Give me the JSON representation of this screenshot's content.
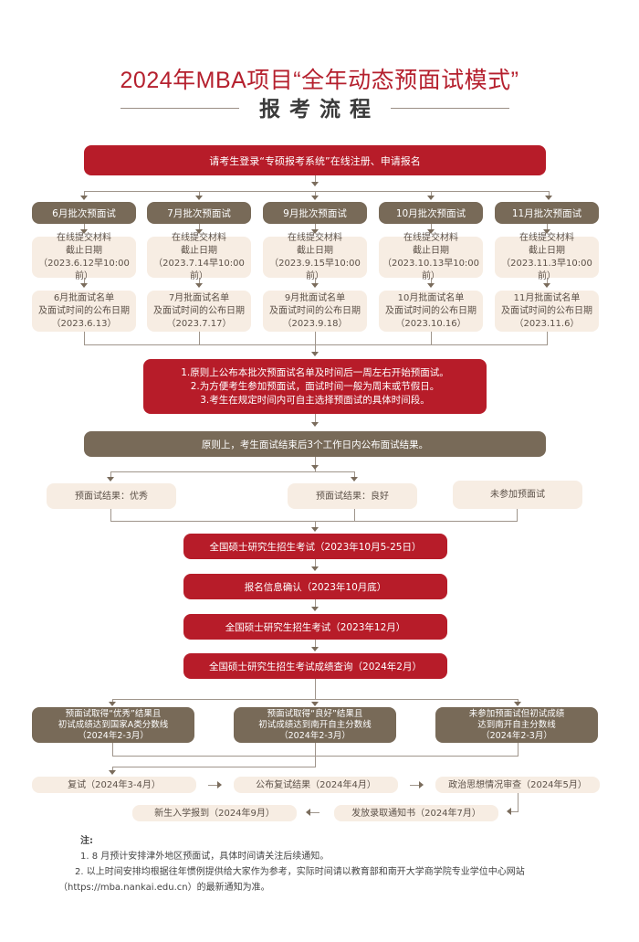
{
  "header": {
    "title": "2024年MBA项目“全年动态预面试模式”",
    "subtitle": "报考流程"
  },
  "colors": {
    "red": "#b71c29",
    "brown": "#786a58",
    "cream": "#f7ede3",
    "title_red": "#b5202e",
    "line": "#9f958b"
  },
  "step1": "请考生登录“专硕报考系统”在线注册、申请报名",
  "batches": [
    {
      "label": "6月批次预面试",
      "submit": "在线提交材料\n截止日期\n（2023.6.12早10:00前）",
      "announce": "6月批面试名单\n及面试时间的公布日期\n（2023.6.13）"
    },
    {
      "label": "7月批次预面试",
      "submit": "在线提交材料\n截止日期\n（2023.7.14早10:00前）",
      "announce": "7月批面试名单\n及面试时间的公布日期\n（2023.7.17）"
    },
    {
      "label": "9月批次预面试",
      "submit": "在线提交材料\n截止日期\n（2023.9.15早10:00前）",
      "announce": "9月批面试名单\n及面试时间的公布日期\n（2023.9.18）"
    },
    {
      "label": "10月批次预面试",
      "submit": "在线提交材料\n截止日期\n（2023.10.13早10:00前）",
      "announce": "10月批面试名单\n及面试时间的公布日期\n（2023.10.16）"
    },
    {
      "label": "11月批次预面试",
      "submit": "在线提交材料\n截止日期\n（2023.11.3早10:00前）",
      "announce": "11月批面试名单\n及面试时间的公布日期\n（2023.11.6）"
    }
  ],
  "rules": "1.原则上公布本批次预面试名单及时间后一周左右开始预面试。\n2.为方便考生参加预面试，面试时间一般为周末或节假日。\n3.考生在规定时间内可自主选择预面试的具体时间段。",
  "result_notice": "原则上，考生面试结束后3个工作日内公布面试结果。",
  "results": [
    "预面试结果：优秀",
    "预面试结果：良好",
    "未参加预面试"
  ],
  "exam_steps": [
    "全国硕士研究生招生考试（2023年10月5-25日）",
    "报名信息确认（2023年10月底）",
    "全国硕士研究生招生考试（2023年12月）",
    "全国硕士研究生招生考试成绩查询（2024年2月）"
  ],
  "outcomes": [
    "预面试取得“优秀”结果且\n初试成绩达到国家A类分数线\n（2024年2-3月）",
    "预面试取得“良好”结果且\n初试成绩达到南开自主分数线\n（2024年2-3月）",
    "未参加预面试但初试成绩\n达到南开自主分数线\n（2024年2-3月）"
  ],
  "final_steps": [
    "复试（2024年3-4月）",
    "公布复试结果（2024年4月）",
    "政治思想情况审查（2024年5月）",
    "发放录取通知书（2024年7月）",
    "新生入学报到（2024年9月）"
  ],
  "notes": {
    "heading": "注:",
    "items": [
      "1. 8 月预计安排津外地区预面试，具体时间请关注后续通知。",
      "2. 以上时间安排均根据往年惯例提供给大家作为参考，实际时间请以教育部和南开大学商学院专业学位中心网站（https://mba.nankai.edu.cn）的最新通知为准。"
    ]
  }
}
